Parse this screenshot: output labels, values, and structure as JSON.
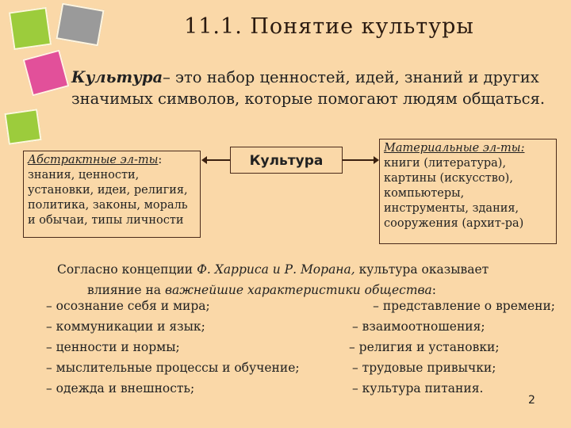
{
  "title": "11.1. Понятие культуры",
  "definition": {
    "term": "Культура",
    "text": "– это набор ценностей, идей, знаний и других значимых символов, которые помогают людям общаться."
  },
  "diagram": {
    "left": {
      "heading": "Абстрактные эл-ты",
      "items": "знания, ценности, установки, идеи, религия, политика, законы, мораль и обычаи, типы личности"
    },
    "center": "Культура",
    "right": {
      "heading": "Материальные эл-ты:",
      "items": "книги (литература), картины (искусство), компьютеры, инструменты, здания, сооружения (архит-ра)"
    }
  },
  "concept": {
    "p1": "Согласно концепции ",
    "a1": "Ф. Харриса",
    "p2": " и ",
    "a2": "Р. Морана,",
    "p3": " культура оказывает",
    "p4": "влияние на ",
    "em": "важнейшие характеристики общества",
    "p5": ":"
  },
  "left_list": [
    "– осознание себя и мира;",
    "– коммуникации и язык;",
    "– ценности и нормы;",
    "– мыслительные процессы и обучение;",
    "– одежда и внешность;"
  ],
  "right_list": [
    "– представление о времени;",
    "– взаимоотношения;",
    "– религия и установки;",
    "– трудовые привычки;",
    "– культура питания."
  ],
  "page_number": "2",
  "colors": {
    "background": "#fad8a8",
    "green": "#9ccc3c",
    "gray": "#9a9a9a",
    "pink": "#e2509a"
  }
}
